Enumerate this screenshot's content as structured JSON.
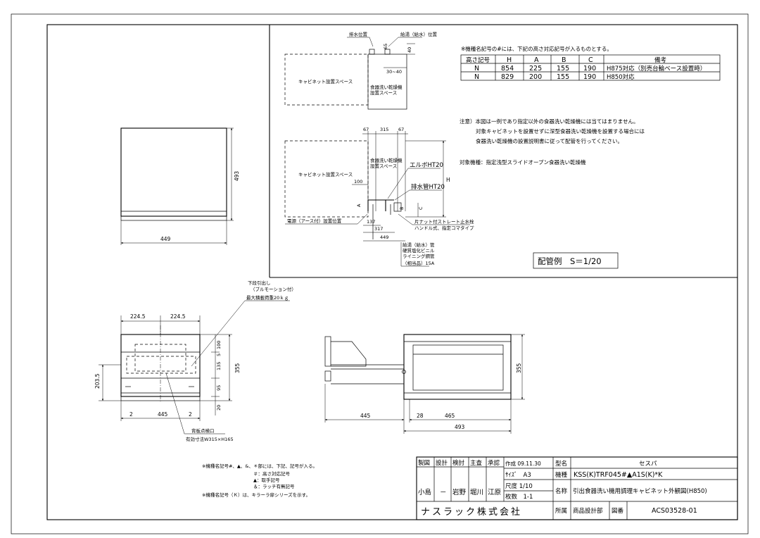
{
  "top_view": {
    "width": "449",
    "height": "493"
  },
  "piping": {
    "drain_position": "排水位置",
    "supply_position": "給湯（給水）位置",
    "dim_65": "65",
    "dim_40": "40",
    "dim_30_40": "30~40",
    "cabinet_space": "キャビネット設置スペース",
    "dishwasher_space_1": "食器洗い乾燥機",
    "dishwasher_space_2": "設置スペース",
    "dim_67a": "67",
    "dim_315": "315",
    "dim_67b": "67",
    "elbow": "エルボHT20",
    "drain_socket": "排水管HT20",
    "dim_100": "100",
    "dim_H": "H",
    "dim_A": "A",
    "dim_B": "B",
    "dim_C": "C",
    "power": "電源（アース付）設置位置",
    "dim_137": "137",
    "dim_317": "317",
    "dim_449": "449",
    "valve_1": "片ナット付ストレート止水栓",
    "valve_2": "ハンドル式、指定コマタイプ",
    "pipe_1": "給湯（給水）管",
    "pipe_2": "硬質塩化ビニル",
    "pipe_3": "ライニング鋼管",
    "pipe_4": "（相当品）15A",
    "scale_label": "配管例　S＝1/20"
  },
  "notes": {
    "table_intro": "※機種名記号の#には、下記の高さ対応記号が入るものとする。",
    "table_headers": [
      "高さ記号",
      "H",
      "A",
      "B",
      "C",
      "備考"
    ],
    "table_rows": [
      [
        "N",
        "854",
        "225",
        "155",
        "190",
        "H875対応（別売台輪ベース設置時）"
      ],
      [
        "N",
        "829",
        "200",
        "155",
        "190",
        "H850対応"
      ]
    ],
    "caution_1": "注意）本図は一例であり指定以外の食器洗い乾燥機には当てはまりません。",
    "caution_2": "対象キャビネットを設置せずに深型食器洗い乾燥機を設置する場合には",
    "caution_3": "食器洗い乾燥機の設置説明書に従って配管を行ってください。",
    "target_model": "対象機種：指定浅型スライドオープン食器洗い乾燥機"
  },
  "front_view": {
    "drawer_1": "下段引出し",
    "drawer_2": "（ブルモーション付）",
    "max_load": "最大積載荷重20ｋｇ",
    "dim_224_5a": "224.5",
    "dim_224_5b": "224.5",
    "dim_203_5": "203.5",
    "dim_100": "100",
    "dim_5": "5",
    "dim_135": "135",
    "dim_95": "95",
    "dim_20": "20",
    "dim_355": "355",
    "dim_2a": "2",
    "dim_445": "445",
    "dim_2b": "2",
    "inspection_1": "背板点検口",
    "inspection_2": "有効寸法W315×H165"
  },
  "side_view": {
    "dim_355": "355",
    "dim_445": "445",
    "dim_28": "28",
    "dim_465": "465",
    "dim_493": "493"
  },
  "footnotes": {
    "line_1": "※機種名記号#、▲、&、＊部には、下記、記号が入る。",
    "line_2a": "＃：高さ対応記号",
    "line_2b": "▲：取手記号",
    "line_2c": "＆：ラッチ有無記号",
    "line_3": "※機種名記号（Ｋ）は、キラーラ扉シリーズを示す。"
  },
  "title_block": {
    "roles": [
      "製図",
      "設計",
      "検討",
      "主査",
      "承認"
    ],
    "names": [
      "小島",
      "－",
      "岩野",
      "堀川",
      "江原"
    ],
    "created": "作成 09.11.30",
    "size": "ｻｲｽﾞ　A3",
    "scale": "尺度 1/10",
    "sheets": "枚数　1-1",
    "company": "ナスラック株式会社",
    "model_type_label": "型名",
    "model_type": "セスパ",
    "model_label": "機種",
    "model": "KSS(K)TRF045#▲A1S(K)*K",
    "name_label": "名称",
    "name": "引出食器洗い機用調理キャビネット外観図(H850)",
    "dept_label": "所属",
    "dept": "商品設計部",
    "drawing_no_label": "図番",
    "drawing_no": "ACS03528-01"
  }
}
